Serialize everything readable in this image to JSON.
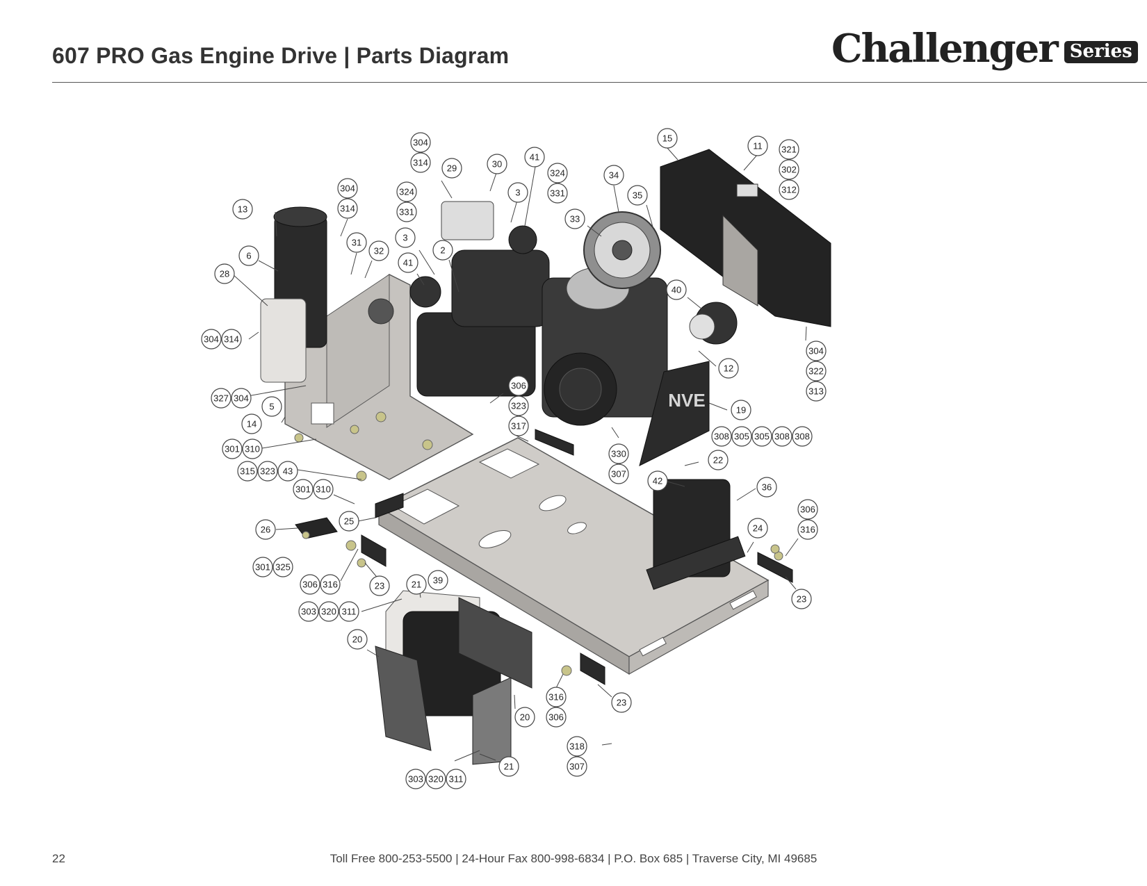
{
  "header": {
    "title": "607 PRO Gas Engine Drive | Parts Diagram",
    "brand_name": "Challenger",
    "brand_badge": "Series"
  },
  "footer": {
    "page_number": "22",
    "contact": "Toll Free 800-253-5500 | 24-Hour Fax 800-998-6834 | P.O. Box 685 | Traverse City, MI 49685"
  },
  "diagram": {
    "callout_labels": [
      "304",
      "314",
      "29",
      "30",
      "41",
      "324",
      "331",
      "3",
      "324",
      "331",
      "3",
      "41",
      "2",
      "304",
      "314",
      "13",
      "6",
      "31",
      "32",
      "28",
      "304",
      "314",
      "327",
      "304",
      "5",
      "14",
      "301",
      "310",
      "315",
      "323",
      "43",
      "301",
      "310",
      "25",
      "26",
      "301",
      "325",
      "306",
      "316",
      "23",
      "21",
      "39",
      "303",
      "320",
      "311",
      "20",
      "20",
      "21",
      "303",
      "320",
      "311",
      "306",
      "323",
      "317",
      "330",
      "307",
      "316",
      "306",
      "318",
      "307",
      "15",
      "11",
      "321",
      "302",
      "312",
      "34",
      "35",
      "33",
      "40",
      "12",
      "304",
      "322",
      "313",
      "19",
      "308",
      "305",
      "305",
      "308",
      "308",
      "22",
      "42",
      "36",
      "306",
      "316",
      "24",
      "23",
      "23"
    ],
    "logo_text": "NVE",
    "colors": {
      "frame": "#c9c6c2",
      "dark": "#242424",
      "mid": "#4a4a4a",
      "hardware": "#c8c48a"
    }
  }
}
